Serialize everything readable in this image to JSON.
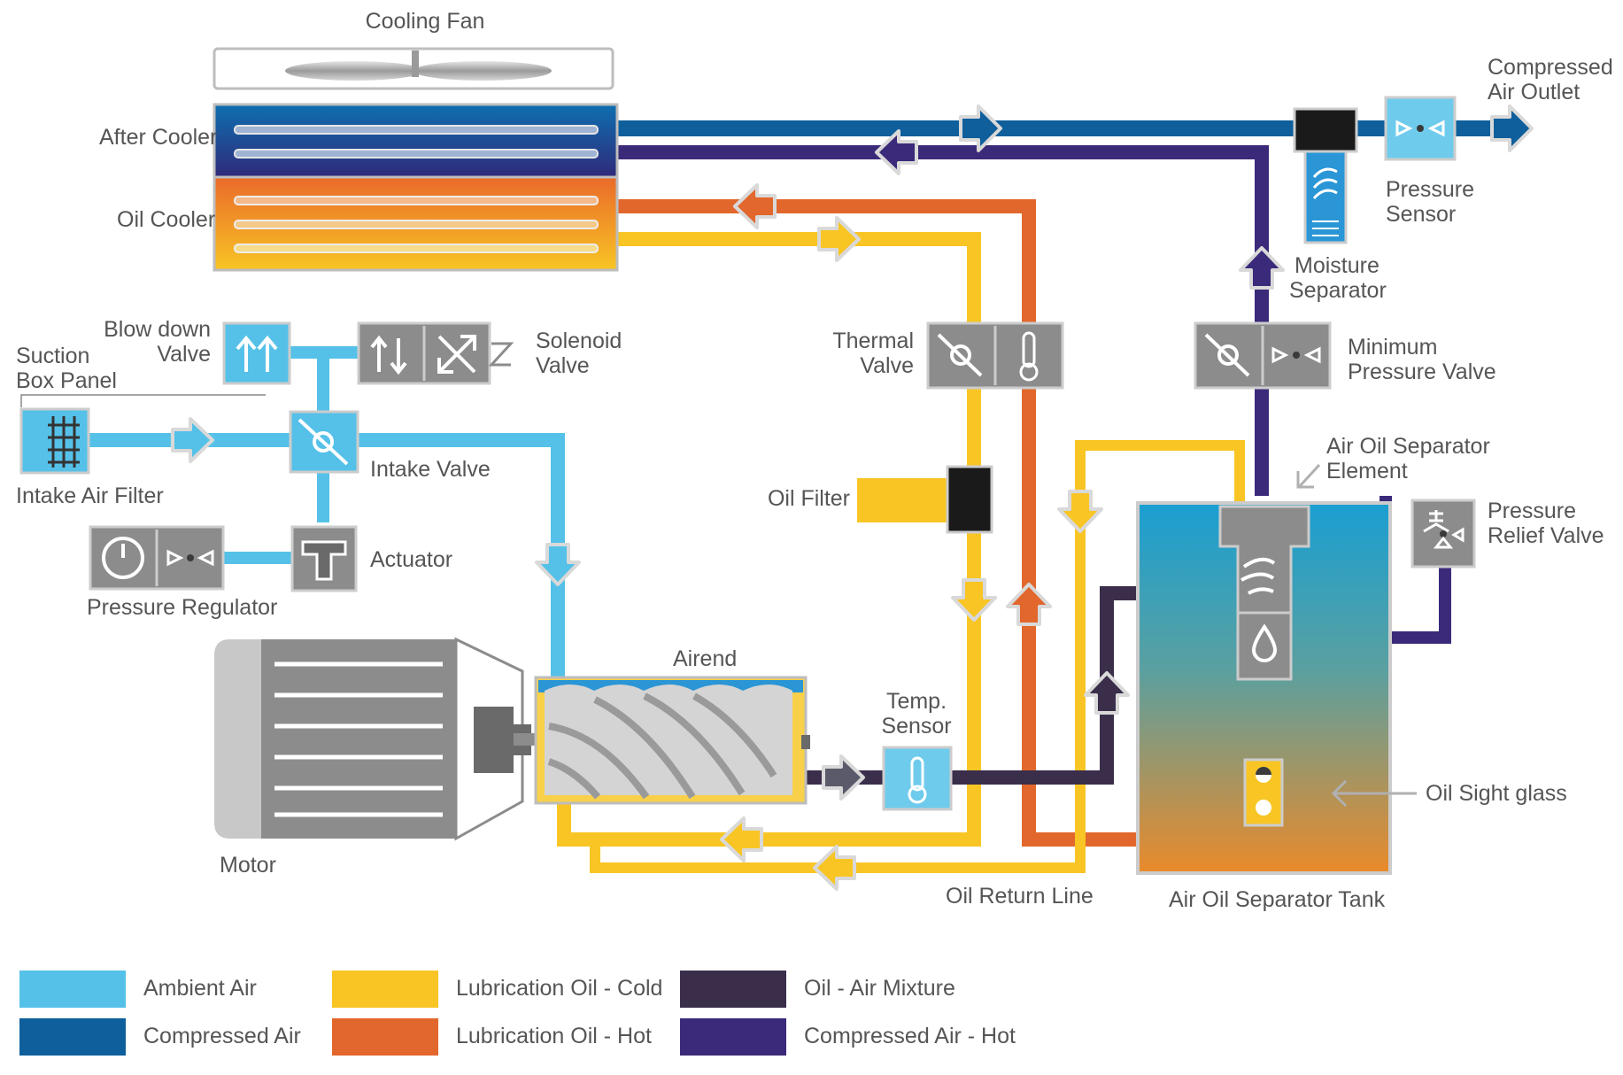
{
  "labels": {
    "cooling_fan": "Cooling Fan",
    "after_cooler": "After Cooler",
    "oil_cooler": "Oil Cooler",
    "compressed_air_outlet": [
      "Compressed",
      "Air Outlet"
    ],
    "pressure_sensor": [
      "Pressure",
      "Sensor"
    ],
    "moisture_separator": [
      "Moisture",
      "Separator"
    ],
    "blow_down_valve": [
      "Blow down",
      "Valve"
    ],
    "suction_box_panel": [
      "Suction",
      "Box Panel"
    ],
    "solenoid_valve": [
      "Solenoid",
      "Valve"
    ],
    "thermal_valve": [
      "Thermal",
      "Valve"
    ],
    "minimum_pressure_valve": [
      "Minimum",
      "Pressure Valve"
    ],
    "intake_valve": "Intake Valve",
    "intake_air_filter": "Intake Air Filter",
    "air_oil_separator_element": [
      "Air Oil Separator",
      "Element"
    ],
    "oil_filter": "Oil Filter",
    "pressure_relief_valve": [
      "Pressure",
      "Relief Valve"
    ],
    "actuator": "Actuator",
    "pressure_regulator": "Pressure Regulator",
    "airend": "Airend",
    "temp_sensor": [
      "Temp.",
      "Sensor"
    ],
    "motor": "Motor",
    "oil_sight_glass": "Oil Sight glass",
    "oil_return_line": "Oil Return Line",
    "air_oil_separator_tank": "Air Oil Separator Tank"
  },
  "legend": [
    {
      "label": "Ambient Air",
      "color": "#55c1e8"
    },
    {
      "label": "Compressed Air",
      "color": "#0e5f9c"
    },
    {
      "label": "Lubrication Oil - Cold",
      "color": "#f8c524"
    },
    {
      "label": "Lubrication Oil - Hot",
      "color": "#e2672c"
    },
    {
      "label": "Oil - Air Mixture",
      "color": "#3a2e4b"
    },
    {
      "label": "Compressed Air - Hot",
      "color": "#3b2a7a"
    }
  ],
  "colors": {
    "ambient_air": "#55c1e8",
    "compressed_air": "#0e5f9c",
    "oil_cold": "#f8c524",
    "oil_hot": "#e2672c",
    "oil_air_mix": "#3a2e4b",
    "compressed_air_hot": "#3b2a7a",
    "component_gray": "#8c8c8c",
    "text": "#555555"
  }
}
